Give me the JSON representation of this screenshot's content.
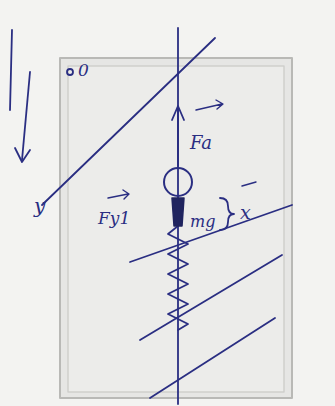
{
  "diagram": {
    "labels": [
      "0",
      "y",
      "Fa",
      "Fy1",
      "mg",
      "x"
    ]
  }
}
